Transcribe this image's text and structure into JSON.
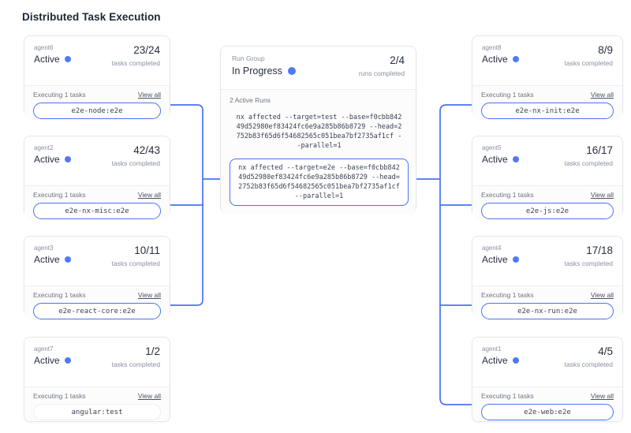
{
  "title": "Distributed Task Execution",
  "accent_color": "#4a72f5",
  "agents_left": [
    {
      "name": "agent6",
      "status": "Active",
      "count": "23/24",
      "count_label": "tasks completed",
      "executing_label": "Executing 1 tasks",
      "view_all_label": "View all",
      "task": "e2e-node:e2e",
      "connected": true
    },
    {
      "name": "agent2",
      "status": "Active",
      "count": "42/43",
      "count_label": "tasks completed",
      "executing_label": "Executing 1 tasks",
      "view_all_label": "View all",
      "task": "e2e-nx-misc:e2e",
      "connected": true
    },
    {
      "name": "agent3",
      "status": "Active",
      "count": "10/11",
      "count_label": "tasks completed",
      "executing_label": "Executing 1 tasks",
      "view_all_label": "View all",
      "task": "e2e-react-core:e2e",
      "connected": true
    },
    {
      "name": "agent7",
      "status": "Active",
      "count": "1/2",
      "count_label": "tasks completed",
      "executing_label": "Executing 1 tasks",
      "view_all_label": "View all",
      "task": "angular:test",
      "connected": false
    }
  ],
  "run_group": {
    "label": "Run Group",
    "status": "In Progress",
    "count": "2/4",
    "count_label": "runs completed",
    "active_runs_label": "2 Active Runs",
    "runs": [
      {
        "command": "nx affected --target=test --base=f0cbb84249d52980ef83424fc6e9a285b86b8729 --head=2752b83f65d6f54682565c051bea7bf2735af1cf --parallel=1",
        "highlighted": false
      },
      {
        "command": "nx affected --target=e2e --base=f0cbb84249d52980ef83424fc6e9a285b86b8729 --head=2752b83f65d6f54682565c051bea7bf2735af1cf --parallel=1",
        "highlighted": true
      }
    ]
  },
  "agents_right": [
    {
      "name": "agent8",
      "status": "Active",
      "count": "8/9",
      "count_label": "tasks completed",
      "executing_label": "Executing 1 tasks",
      "view_all_label": "View all",
      "task": "e2e-nx-init:e2e",
      "connected": true
    },
    {
      "name": "agent5",
      "status": "Active",
      "count": "16/17",
      "count_label": "tasks completed",
      "executing_label": "Executing 1 tasks",
      "view_all_label": "View all",
      "task": "e2e-js:e2e",
      "connected": true
    },
    {
      "name": "agent4",
      "status": "Active",
      "count": "17/18",
      "count_label": "tasks completed",
      "executing_label": "Executing 1 tasks",
      "view_all_label": "View all",
      "task": "e2e-nx-run:e2e",
      "connected": true
    },
    {
      "name": "agent1",
      "status": "Active",
      "count": "4/5",
      "count_label": "tasks completed",
      "executing_label": "Executing 1 tasks",
      "view_all_label": "View all",
      "task": "e2e-web:e2e",
      "connected": true
    }
  ],
  "connections": {
    "left_agents_to_run_group": [
      "agent6",
      "agent2",
      "agent3"
    ],
    "run_group_to_right_agents": [
      "agent8",
      "agent5",
      "agent4",
      "agent1"
    ]
  }
}
